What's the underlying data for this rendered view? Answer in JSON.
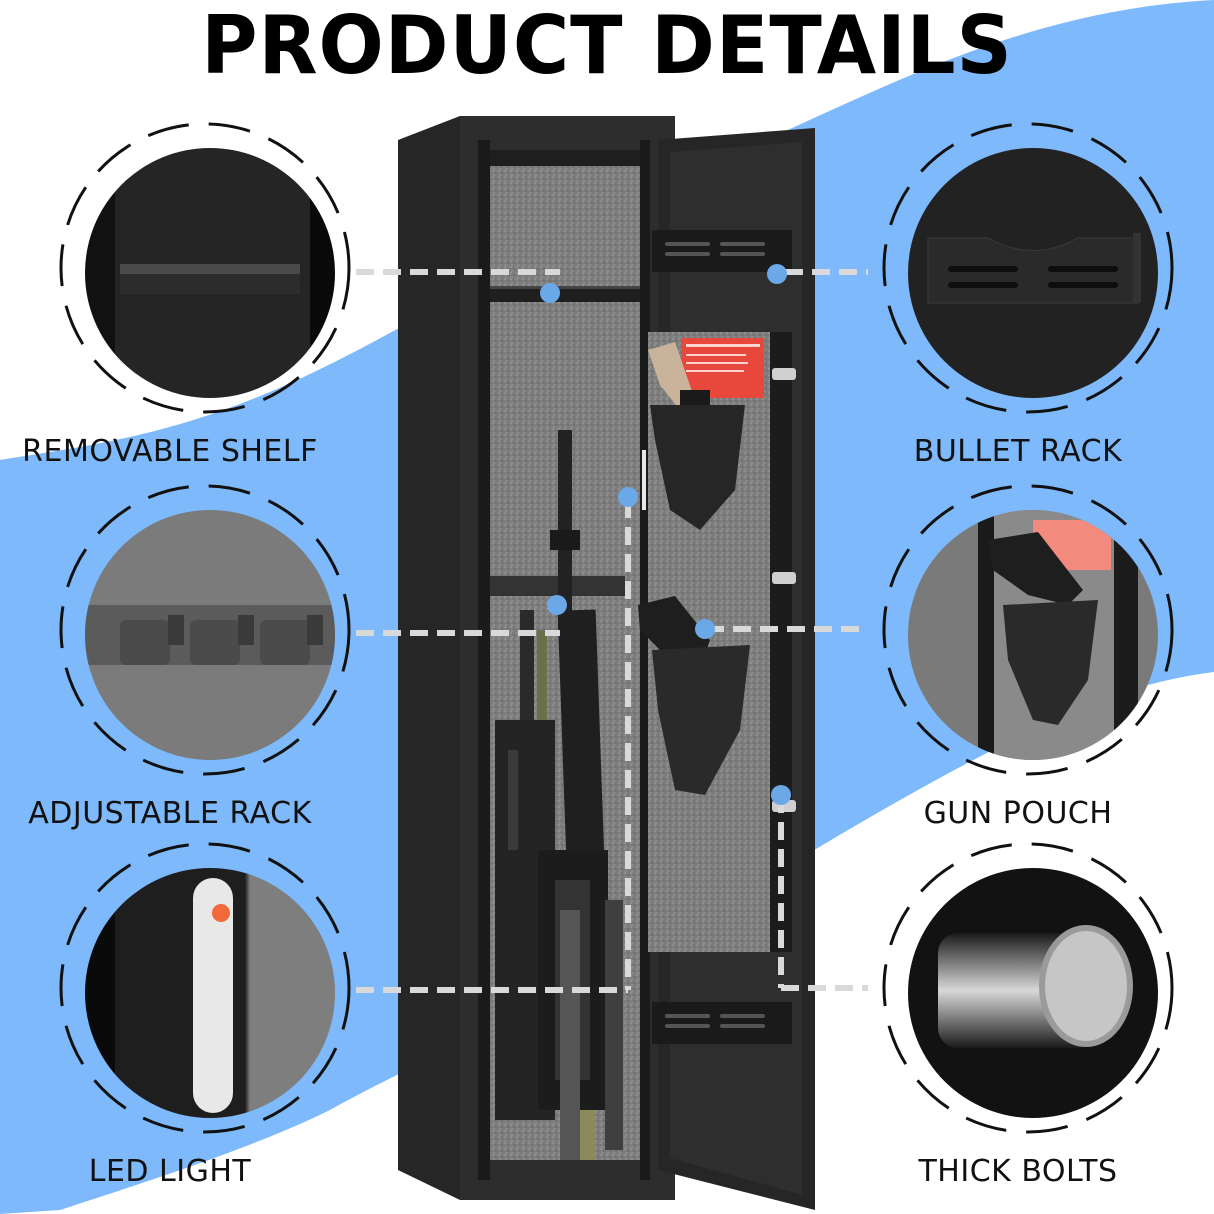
{
  "title": "PRODUCT DETAILS",
  "colors": {
    "background": "#ffffff",
    "accent_blue": "#7db9fb",
    "dot_blue": "#6aa8e8",
    "connector": "#d9d9d9",
    "safe_body": "#2a2a2a",
    "carpet": "#8a8a8a",
    "label_red": "#e8473c"
  },
  "features": [
    {
      "id": "removable-shelf",
      "label": "REMOVABLE SHELF",
      "side": "left",
      "row": 1
    },
    {
      "id": "bullet-rack",
      "label": "BULLET RACK",
      "side": "right",
      "row": 1
    },
    {
      "id": "adjustable-rack",
      "label": "ADJUSTABLE RACK",
      "side": "left",
      "row": 2
    },
    {
      "id": "gun-pouch",
      "label": "GUN POUCH",
      "side": "right",
      "row": 2
    },
    {
      "id": "led-light",
      "label": "LED LIGHT",
      "side": "left",
      "row": 3
    },
    {
      "id": "thick-bolts",
      "label": "THICK BOLTS",
      "side": "right",
      "row": 3
    }
  ],
  "product": {
    "name": "gun safe",
    "description": "Tall black steel gun safe with door open, showing rifles, shelf, pistol pouches and bullet racks"
  }
}
